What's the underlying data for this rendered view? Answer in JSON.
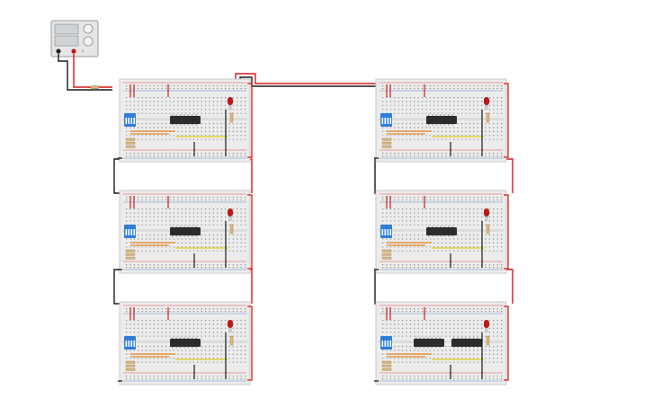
{
  "power_supply": {
    "readouts": [
      "",
      ""
    ],
    "terminals": [
      "negative-terminal",
      "positive-terminal"
    ]
  },
  "colors": {
    "board": "#ececec",
    "board_edge": "#c9c9c9",
    "hole": "#8d8d8d",
    "rail_red": "#e02020",
    "rail_blue": "#3a6fd8",
    "wire_black": "#1a1a1a",
    "wire_red": "#d81818",
    "wire_orange": "#e8892a",
    "wire_yellow": "#e8d020",
    "chip": "#2b2b2b",
    "dip_switch": "#2f7ed8",
    "led": "#b81a1a"
  },
  "breadboards": [
    {
      "id": "bb-1",
      "chips": [
        ""
      ],
      "has_led": true,
      "has_dip_switch": true
    },
    {
      "id": "bb-2",
      "chips": [
        ""
      ],
      "has_led": true,
      "has_dip_switch": true
    },
    {
      "id": "bb-3",
      "chips": [
        ""
      ],
      "has_led": true,
      "has_dip_switch": true
    },
    {
      "id": "bb-4",
      "chips": [
        ""
      ],
      "has_led": true,
      "has_dip_switch": true
    },
    {
      "id": "bb-5",
      "chips": [
        ""
      ],
      "has_led": true,
      "has_dip_switch": true
    },
    {
      "id": "bb-6",
      "chips": [
        "",
        ""
      ],
      "has_led": true,
      "has_dip_switch": true
    }
  ]
}
